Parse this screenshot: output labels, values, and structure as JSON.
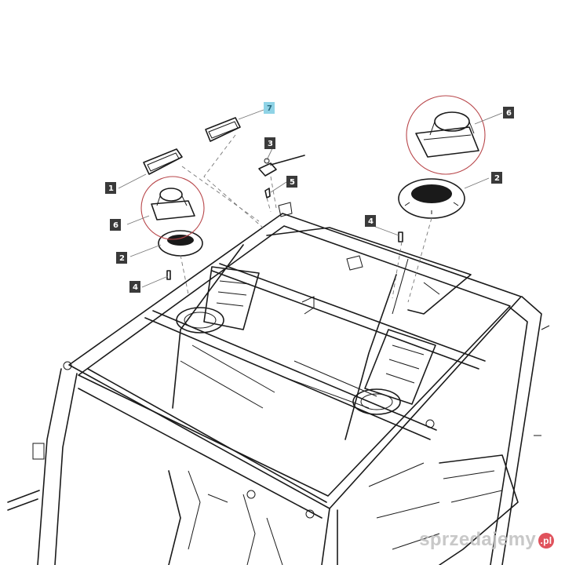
{
  "callouts": [
    {
      "id": "c1",
      "label": "1",
      "highlight": false
    },
    {
      "id": "c2a",
      "label": "2",
      "highlight": false
    },
    {
      "id": "c2b",
      "label": "2",
      "highlight": false
    },
    {
      "id": "c3",
      "label": "3",
      "highlight": false
    },
    {
      "id": "c4a",
      "label": "4",
      "highlight": false
    },
    {
      "id": "c4b",
      "label": "4",
      "highlight": false
    },
    {
      "id": "c5",
      "label": "5",
      "highlight": false
    },
    {
      "id": "c6a",
      "label": "6",
      "highlight": false
    },
    {
      "id": "c6b",
      "label": "6",
      "highlight": false
    },
    {
      "id": "c7",
      "label": "7",
      "highlight": true
    }
  ],
  "watermark": {
    "text": "sprzedajemy",
    "badge": ".pl"
  },
  "colors": {
    "highlight": "#8fd3e6",
    "circle": "#b8464a",
    "badge": "#3a3a3a"
  }
}
